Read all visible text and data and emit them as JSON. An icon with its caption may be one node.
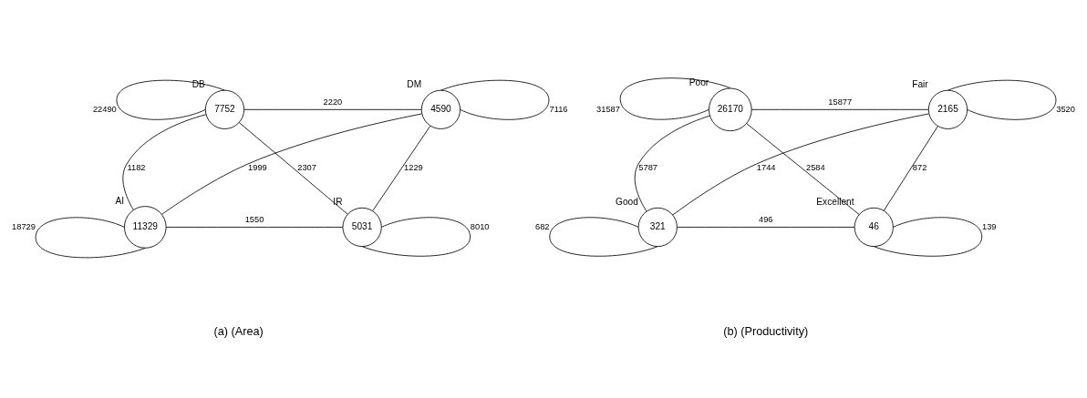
{
  "diagram": {
    "nodes": [
      {
        "text": [
          "7752"
        ],
        "beside": [
          "DB"
        ]
      },
      {
        "text": [
          "4590"
        ],
        "beside": [
          "DM"
        ]
      },
      {
        "text": [
          "11329"
        ],
        "beside": [
          "AI"
        ]
      },
      {
        "text": [
          "5031"
        ],
        "beside": [
          "IR"
        ]
      },
      {
        "text": [
          "26170"
        ],
        "beside": [
          "Poor"
        ]
      },
      {
        "text": [
          "2165"
        ],
        "beside": [
          "Fair"
        ]
      },
      {
        "text": [
          "321"
        ],
        "beside": [
          "Good"
        ]
      },
      {
        "text": [
          "46"
        ],
        "beside": [
          "Excellent"
        ]
      }
    ],
    "edges": [
      {
        "from": 0,
        "to": 0,
        "arrow": "none",
        "label": "22490"
      },
      {
        "from": 1,
        "to": 1,
        "arrow": "none",
        "label": "7116"
      },
      {
        "from": 0,
        "to": 1,
        "arrow": "none",
        "label": "2220"
      },
      {
        "from": 0,
        "to": 2,
        "arrow": "none",
        "label": "1182"
      },
      {
        "from": 0,
        "to": 3,
        "arrow": "none",
        "label": "2307"
      },
      {
        "from": 2,
        "to": 1,
        "arrow": "none",
        "label": "1999"
      },
      {
        "from": 1,
        "to": 3,
        "arrow": "none",
        "label": "1229"
      },
      {
        "from": 2,
        "to": 2,
        "arrow": "none",
        "label": "18729"
      },
      {
        "from": 3,
        "to": 3,
        "arrow": "none",
        "label": "8010"
      },
      {
        "from": 2,
        "to": 3,
        "arrow": "none",
        "label": "1550"
      },
      {
        "from": 4,
        "to": 4,
        "arrow": "none",
        "label": "31587"
      },
      {
        "from": 5,
        "to": 5,
        "arrow": "none",
        "label": "3520"
      },
      {
        "from": 4,
        "to": 5,
        "arrow": "none",
        "label": "15877"
      },
      {
        "from": 4,
        "to": 6,
        "arrow": "none",
        "label": "5787"
      },
      {
        "from": 6,
        "to": 5,
        "arrow": "none",
        "label": "1744"
      },
      {
        "from": 4,
        "to": 7,
        "arrow": "none",
        "label": "2584"
      },
      {
        "from": 5,
        "to": 7,
        "arrow": "none",
        "label": "872"
      },
      {
        "from": 6,
        "to": 6,
        "arrow": "none",
        "label": "682"
      },
      {
        "from": 7,
        "to": 7,
        "arrow": "none",
        "label": "139"
      },
      {
        "from": 6,
        "to": 7,
        "arrow": "none",
        "label": "496"
      }
    ],
    "labels": [
      "(a) (Area)",
      "(b) (Productivity)"
    ]
  }
}
